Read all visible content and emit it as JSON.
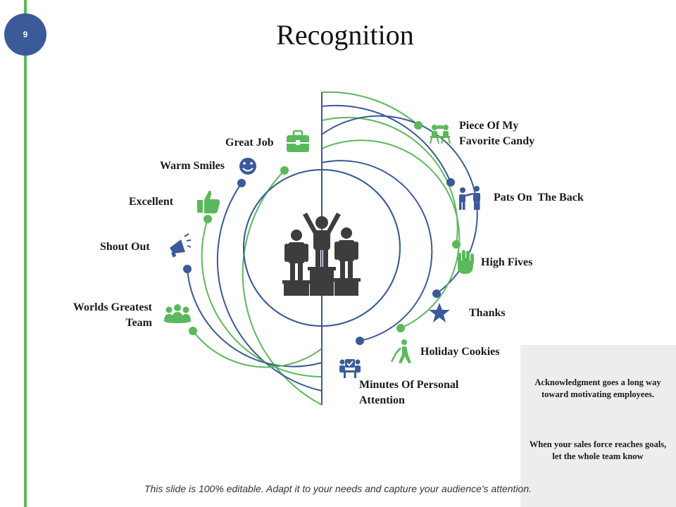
{
  "slide": {
    "page_number": "9",
    "title": "Recognition"
  },
  "labels": {
    "great_job": "Great Job",
    "warm_smiles": "Warm Smiles",
    "excellent": "Excellent",
    "shout_out": "Shout Out",
    "worlds_greatest_team_1": "Worlds Greatest",
    "worlds_greatest_team_2": "Team",
    "piece_of_candy_1": "Piece Of My",
    "piece_of_candy_2": "Favorite Candy",
    "pats_on_back": "Pats On  The Back",
    "high_fives": "High Fives",
    "thanks": "Thanks",
    "holiday_cookies": "Holiday Cookies",
    "personal_attention_1": "Minutes Of Personal",
    "personal_attention_2": "Attention"
  },
  "notes": {
    "note_1": "Acknowledgment goes a long way toward motivating employees.",
    "note_2": "When your sales force reaches goals, let the whole team know"
  },
  "footer": "This slide is 100% editable. Adapt it to your needs and capture your audience's attention.",
  "colors": {
    "green": "#5cb85c",
    "blue": "#3b5a99",
    "dark": "#3d3d3d"
  }
}
